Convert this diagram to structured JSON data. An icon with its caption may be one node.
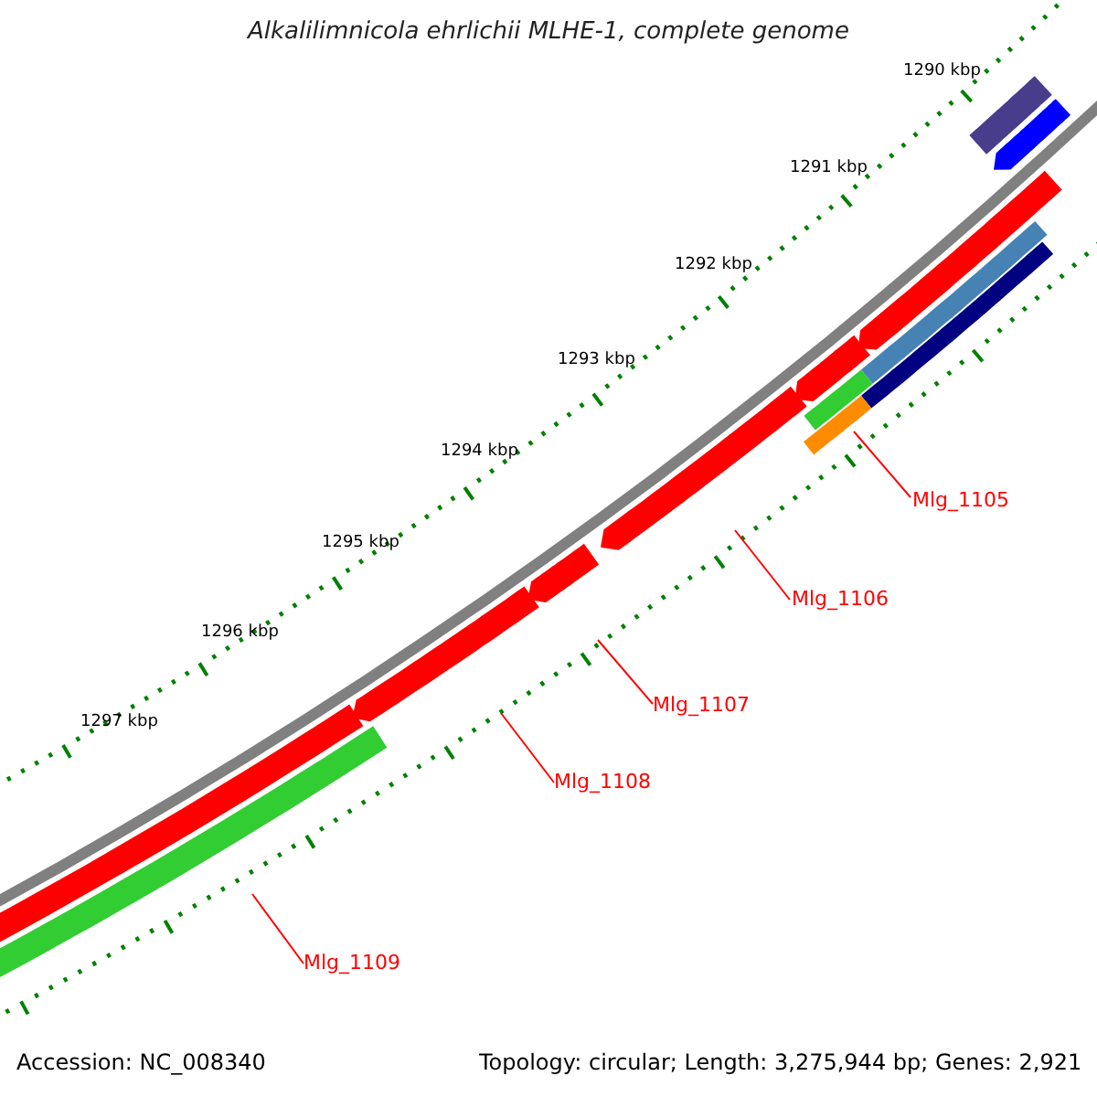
{
  "diagram": {
    "title": "Alkalilimnicola ehrlichii MLHE-1, complete genome",
    "nodes": [
      {
        "text": [
          "Mlg_1105"
        ]
      },
      {
        "text": [
          "Mlg_1106"
        ]
      },
      {
        "text": [
          "Mlg_1107"
        ]
      },
      {
        "text": [
          "Mlg_1108"
        ]
      },
      {
        "text": [
          "Mlg_1109"
        ]
      }
    ],
    "edges": [
      {
        "from": 0,
        "to": null,
        "arrow": "none",
        "color": "#ff0000"
      },
      {
        "from": 1,
        "to": null,
        "arrow": "none",
        "color": "#ff0000"
      },
      {
        "from": 2,
        "to": null,
        "arrow": "none",
        "color": "#ff0000"
      },
      {
        "from": 3,
        "to": null,
        "arrow": "none",
        "color": "#ff0000"
      },
      {
        "from": 4,
        "to": null,
        "arrow": "none",
        "color": "#ff0000"
      }
    ],
    "labels": [
      "1290 kbp",
      "1291 kbp",
      "1292 kbp",
      "1293 kbp",
      "1294 kbp",
      "1295 kbp",
      "1296 kbp",
      "1297 kbp",
      "Accession: NC_008340",
      "Topology: circular; Length: 3,275,944 bp; Genes: 2,921"
    ]
  }
}
